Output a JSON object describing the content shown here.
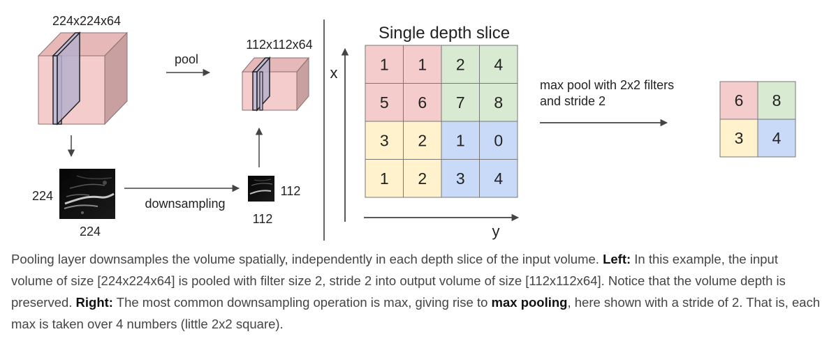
{
  "left": {
    "input_volume_label": "224x224x64",
    "output_volume_label": "112x112x64",
    "pool_label": "pool",
    "downsampling_label": "downsampling",
    "input_height_label": "224",
    "input_width_label": "224",
    "output_height_label": "112",
    "output_width_label": "112"
  },
  "right": {
    "title": "Single depth slice",
    "x_axis_label": "x",
    "y_axis_label": "y",
    "operation_line1": "max pool with 2x2 filters",
    "operation_line2": "and stride 2",
    "input_grid": [
      [
        "1",
        "1",
        "2",
        "4"
      ],
      [
        "5",
        "6",
        "7",
        "8"
      ],
      [
        "3",
        "2",
        "1",
        "0"
      ],
      [
        "1",
        "2",
        "3",
        "4"
      ]
    ],
    "output_grid": [
      [
        "6",
        "8"
      ],
      [
        "3",
        "4"
      ]
    ]
  },
  "colors": {
    "red_quadrant": "#f4cccc",
    "green_quadrant": "#d9ead3",
    "yellow_quadrant": "#fff2cc",
    "blue_quadrant": "#c9daf8",
    "cube_front": "#f4cccc",
    "cube_top": "#e6b8b8",
    "cube_side": "#c9a0a0",
    "slice_fill": "#c3bcd6"
  },
  "caption": {
    "part1": "Pooling layer downsamples the volume spatially, independently in each depth slice of the input volume. ",
    "left_bold": "Left:",
    "part2": " In this example, the input volume of size [224x224x64] is pooled with filter size 2, stride 2 into output volume of size [112x112x64]. Notice that the volume depth is preserved. ",
    "right_bold": "Right:",
    "part3": " The most common downsampling operation is max, giving rise to ",
    "max_pooling_bold": "max pooling",
    "part4": ", here shown with a stride of 2. That is, each max is taken over 4 numbers (little 2x2 square)."
  }
}
